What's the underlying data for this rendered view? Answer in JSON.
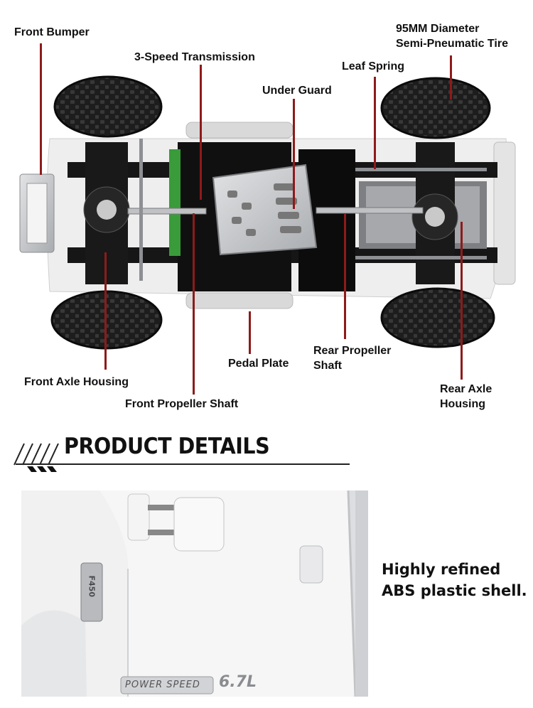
{
  "labels": {
    "front_bumper": "Front Bumper",
    "transmission": "3-Speed Transmission",
    "under_guard": "Under Guard",
    "leaf_spring": "Leaf Spring",
    "tire_line1": "95MM Diameter",
    "tire_line2": "Semi-Pneumatic Tire",
    "front_axle": "Front Axle Housing",
    "front_shaft": "Front Propeller Shaft",
    "pedal_plate": "Pedal Plate",
    "rear_shaft_line1": "Rear Propeller",
    "rear_shaft_line2": "Shaft",
    "rear_axle_line1": "Rear Axle",
    "rear_axle_line2": "Housing"
  },
  "section": {
    "title": "PRODUCT DETAILS"
  },
  "detail": {
    "caption": "Highly refined ABS plastic shell.",
    "badge_text": "F450",
    "side_text": "POWER SPEED",
    "engine_text": "6.7L"
  },
  "colors": {
    "leader_line": "#8e1a1a",
    "tire": "#1b1b1b",
    "frame": "#161616",
    "body_white": "#f3f3f3",
    "metal": "#c6c8cb"
  }
}
